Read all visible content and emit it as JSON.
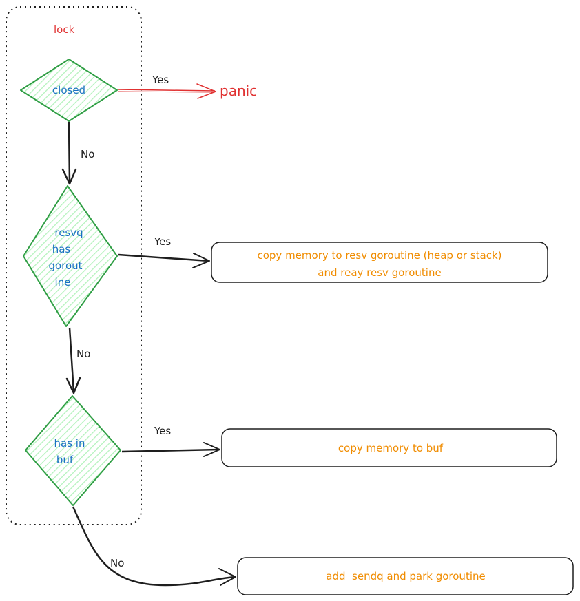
{
  "lock_group": {
    "label": "lock"
  },
  "nodes": {
    "closed": {
      "label": "closed"
    },
    "resvq": {
      "lines": [
        "resvq",
        "has",
        "gorout",
        "ine"
      ]
    },
    "has_in_buf": {
      "lines": [
        "has in",
        "buf"
      ]
    }
  },
  "outcomes": {
    "panic": {
      "label": "panic"
    },
    "copy_to_resv": {
      "lines": [
        "copy memory to resv goroutine (heap or stack)",
        "and reay resv goroutine"
      ]
    },
    "copy_to_buf": {
      "label": "copy memory to buf"
    },
    "add_sendq": {
      "label": "add  sendq and park goroutine"
    }
  },
  "edges": {
    "closed_yes": "Yes",
    "closed_no": "No",
    "resvq_yes": "Yes",
    "resvq_no": "No",
    "buf_yes": "Yes",
    "buf_no": "No"
  },
  "colors": {
    "diamond_stroke": "#2f9e44",
    "diamond_fill": "#b2f2bb",
    "node_text": "#1971c2",
    "outcome_text": "#f08c00",
    "panic_text": "#e03131",
    "arrow": "#1e1e1e",
    "panic_arrow": "#e03131"
  }
}
